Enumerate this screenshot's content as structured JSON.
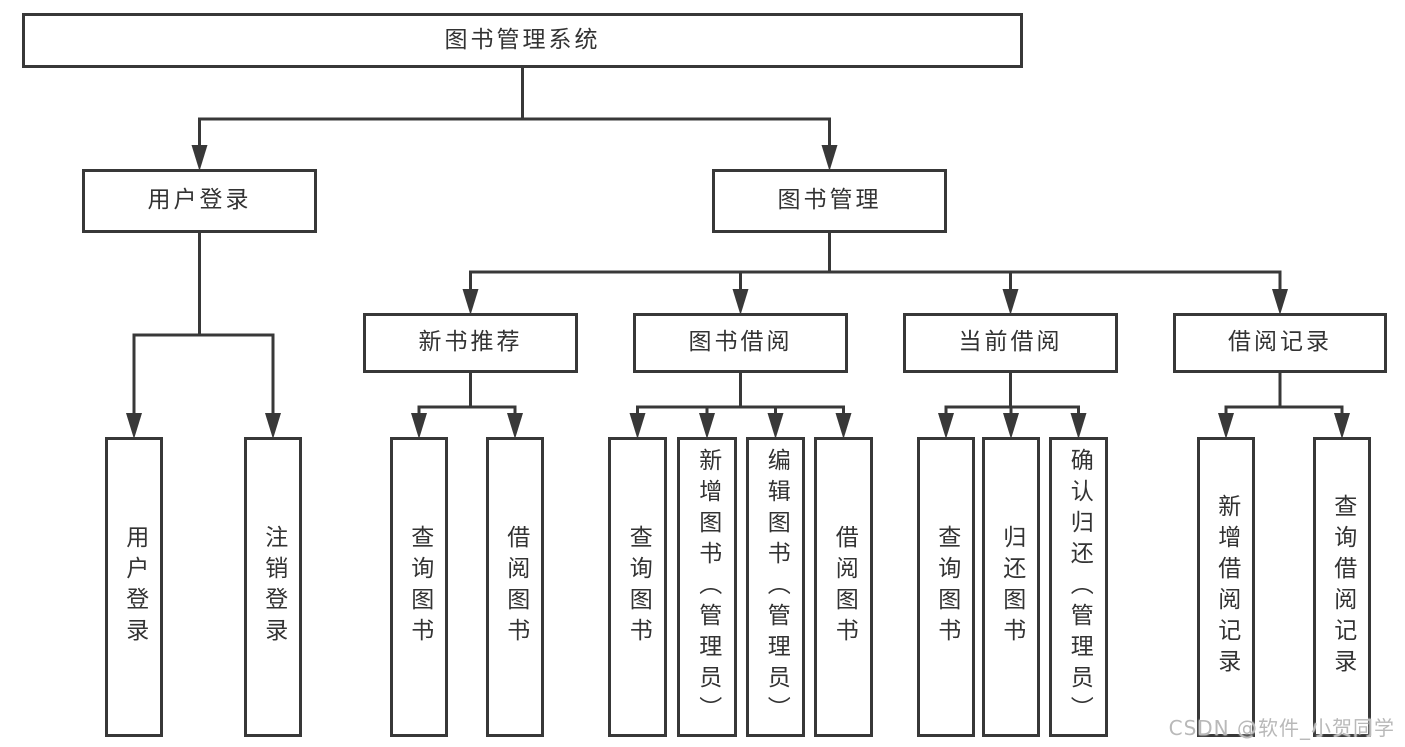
{
  "diagram": {
    "root": {
      "label": "图书管理系统",
      "children": [
        {
          "label": "用户登录",
          "children": [
            {
              "label": "用户登录"
            },
            {
              "label": "注销登录"
            }
          ]
        },
        {
          "label": "图书管理",
          "children": [
            {
              "label": "新书推荐",
              "children": [
                {
                  "label": "查询图书"
                },
                {
                  "label": "借阅图书"
                }
              ]
            },
            {
              "label": "图书借阅",
              "children": [
                {
                  "label": "查询图书"
                },
                {
                  "label": "新增图书（管理员）"
                },
                {
                  "label": "编辑图书（管理员）"
                },
                {
                  "label": "借阅图书"
                }
              ]
            },
            {
              "label": "当前借阅",
              "children": [
                {
                  "label": "查询图书"
                },
                {
                  "label": "归还图书"
                },
                {
                  "label": "确认归还（管理员）"
                }
              ]
            },
            {
              "label": "借阅记录",
              "children": [
                {
                  "label": "新增借阅记录"
                },
                {
                  "label": "查询借阅记录"
                }
              ]
            }
          ]
        }
      ]
    }
  },
  "watermark": "CSDN @软件_小贺同学",
  "colors": {
    "line": "#383838",
    "text": "#333333",
    "watermark": "#b9b9b9",
    "background": "#ffffff"
  }
}
